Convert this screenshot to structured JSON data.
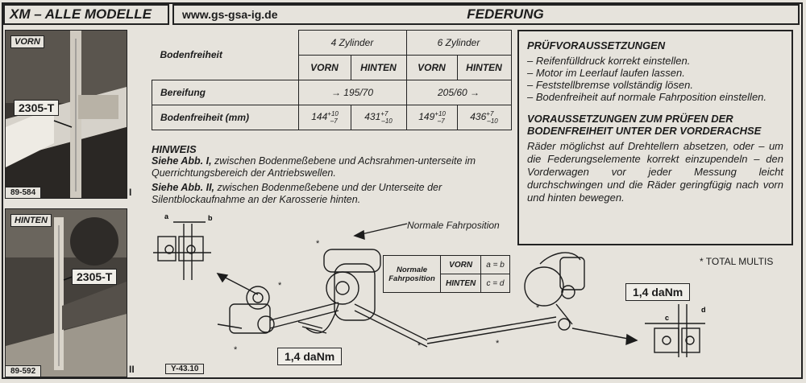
{
  "header": {
    "model": "XM – ALLE MODELLE",
    "url": "www.gs-gsa-ig.de",
    "title": "FEDERUNG"
  },
  "photos": {
    "top": {
      "tag": "VORN",
      "ref": "2305-T",
      "code": "89-584",
      "roman": "I"
    },
    "bottom": {
      "tag": "HINTEN",
      "ref": "2305-T",
      "code": "89-592",
      "roman": "II"
    }
  },
  "table": {
    "title": "Bodenfreiheit",
    "groups": [
      "4 Zylinder",
      "6 Zylinder"
    ],
    "sub": [
      "VORN",
      "HINTEN",
      "VORN",
      "HINTEN"
    ],
    "row1_label": "Bereifung",
    "row1_4cyl": "→ 195/70",
    "row1_6cyl": "205/60 →",
    "row2_label": "Bodenfreiheit (mm)",
    "row2": [
      {
        "base": "144",
        "up": "+10",
        "down": "–7"
      },
      {
        "base": "431",
        "up": "+7",
        "down": "–10"
      },
      {
        "base": "149",
        "up": "+10",
        "down": "–7"
      },
      {
        "base": "436",
        "up": "+7",
        "down": "–10"
      }
    ]
  },
  "hinweis": {
    "heading": "HINWEIS",
    "p1_bold": "Siehe Abb. I,",
    "p1_text": " zwischen Bodenmeßebene und Achsrahmen-unterseite im Querrichtungsbereich der Antriebswellen.",
    "p2_bold": "Siehe Abb. II,",
    "p2_text": " zwischen Bodenmeßebene und der Unterseite der Silentblockaufnahme an der Karosserie hinten."
  },
  "pruef": {
    "heading": "PRÜFVORAUSSETZUNGEN",
    "items": [
      "– Reifenfülldruck korrekt einstellen.",
      "– Motor im Leerlauf laufen lassen.",
      "– Feststellbremse vollständig lösen.",
      "– Bodenfreiheit auf normale Fahrposition einstellen."
    ],
    "heading2": "VORAUSSETZUNGEN ZUM PRÜFEN DER BODENFREIHEIT UNTER DER VORDERACHSE",
    "para": "Räder möglichst auf Drehtellern absetzen, oder – um die Federungselemente korrekt einzupendeln – den Vorderwagen vor jeder Messung leicht durchschwingen und die Räder geringfügig nach vorn und hinten bewegen."
  },
  "diagram": {
    "normal_label": "Normale Fahrposition",
    "np_table": {
      "label": "Normale Fahrposition",
      "vorn": "VORN",
      "vorn_eq": "a = b",
      "hinten": "HINTEN",
      "hinten_eq": "c = d"
    },
    "torque_left": "1,4 daNm",
    "torque_right": "1,4 daNm",
    "total": "* TOTAL MULTIS",
    "ycode": "Y-43.10",
    "letters": {
      "a": "a",
      "b": "b",
      "c": "c",
      "d": "d"
    }
  }
}
